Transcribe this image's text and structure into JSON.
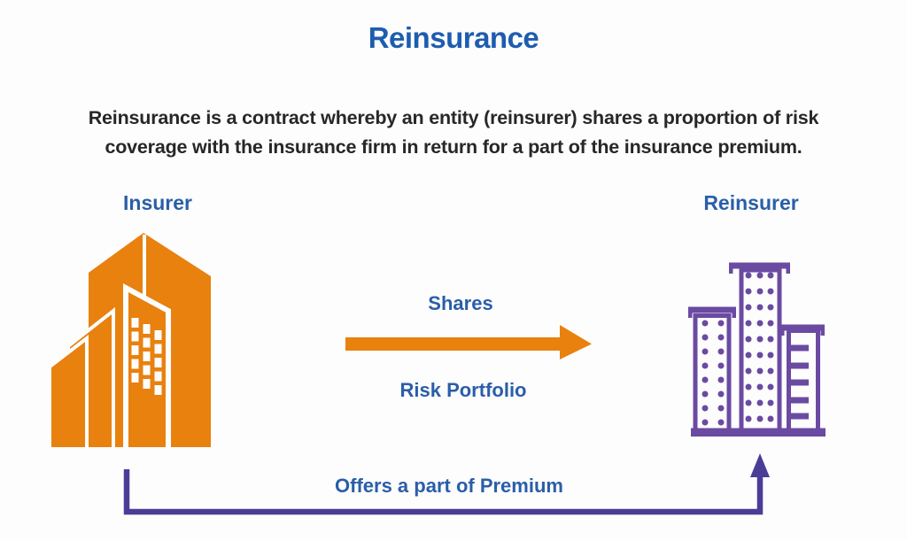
{
  "title": "Reinsurance",
  "description": {
    "line1": "Reinsurance is a contract whereby an entity (reinsurer) shares a proportion of risk",
    "line2": "coverage with the insurance firm in return for a part of the insurance premium."
  },
  "diagram": {
    "left_entity": {
      "label": "Insurer",
      "icon": "orange-city-buildings-icon"
    },
    "right_entity": {
      "label": "Reinsurer",
      "icon": "purple-outline-buildings-icon"
    },
    "top_flow": {
      "label_above": "Shares",
      "label_below": "Risk Portfolio",
      "icon": "orange-right-arrow",
      "direction": "insurer-to-reinsurer"
    },
    "bottom_flow": {
      "label": "Offers a part of Premium",
      "icon": "purple-elbow-up-arrow",
      "direction": "insurer-to-reinsurer"
    }
  },
  "colors": {
    "background": "#fdfdfd",
    "title_blue": "#1d5db0",
    "label_blue": "#2a5ea8",
    "description_text": "#272727",
    "insurer_orange": "#e8810e",
    "reinsurer_purple": "#6b4aa2",
    "premium_arrow_purple": "#4a3d96"
  }
}
